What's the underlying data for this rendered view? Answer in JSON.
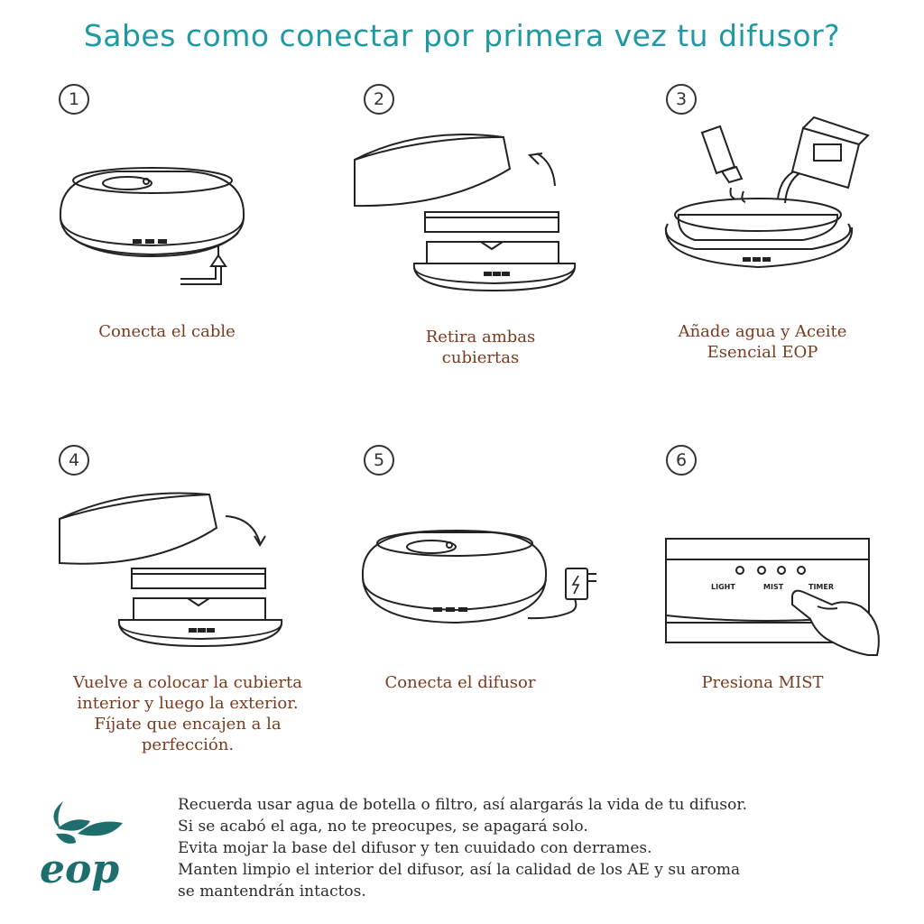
{
  "title": "Sabes como conectar por primera vez tu difusor?",
  "colors": {
    "title": "#1f9aa2",
    "caption": "#7a3a1e",
    "brand": "#1f6e6e",
    "line": "#222222"
  },
  "steps": [
    {
      "number": "1",
      "caption": "Conecta el cable",
      "icon": "diffuser-with-cable-icon"
    },
    {
      "number": "2",
      "caption": "Retira  ambas cubiertas",
      "icon": "remove-covers-icon"
    },
    {
      "number": "3",
      "caption": "Añade agua y Aceite Esencial EOP",
      "icon": "add-water-oil-icon"
    },
    {
      "number": "4",
      "caption": "Vuelve a colocar la cubierta interior y luego la exterior. Fíjate que encajen a la perfección.",
      "icon": "replace-covers-icon"
    },
    {
      "number": "5",
      "caption": "Conecta el difusor",
      "icon": "plug-in-diffuser-icon"
    },
    {
      "number": "6",
      "caption": "Presiona MIST",
      "icon": "press-mist-button-icon"
    }
  ],
  "panel_labels": {
    "light": "LIGHT",
    "mist": "MIST",
    "timer": "TIMER"
  },
  "tips": [
    "Recuerda usar agua de botella o filtro, así alargarás la vida de tu difusor.",
    "Si se acabó el aga, no te preocupes, se apagará solo.",
    "Evita mojar la base del difusor y ten cuuidado con derrames.",
    "Manten limpio el interior del difusor, así la calidad de los AE y su aroma",
    "se mantendrán intactos."
  ],
  "brand": {
    "name": "eop"
  }
}
